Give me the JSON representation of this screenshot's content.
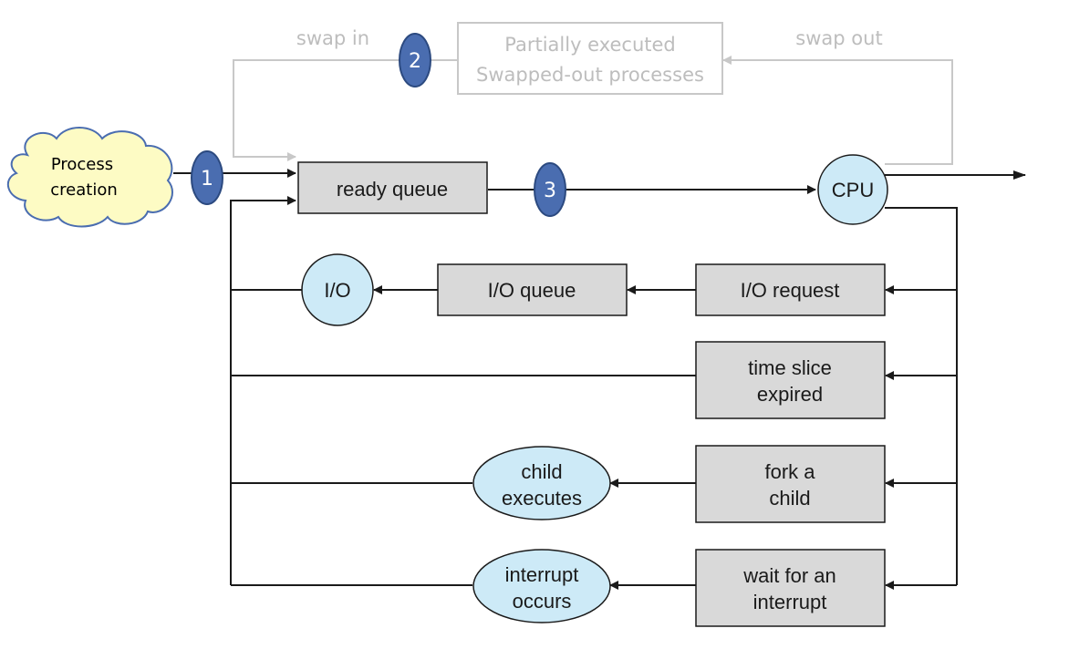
{
  "colors": {
    "box_fill": "#d9d9d9",
    "circle_fill": "#cdeaf7",
    "cloud_fill": "#fdfbc4",
    "badge_fill": "#4a6db0",
    "faded": "#c8c8c8",
    "line": "#1a1a1a"
  },
  "cloud": {
    "line1": "Process",
    "line2": "creation"
  },
  "badges": {
    "one": "1",
    "two": "2",
    "three": "3"
  },
  "swap": {
    "in_label": "swap in",
    "out_label": "swap out",
    "box_line1": "Partially executed",
    "box_line2": "Swapped-out processes"
  },
  "nodes": {
    "ready_queue": "ready queue",
    "cpu": "CPU",
    "io": "I/O",
    "io_queue": "I/O queue",
    "io_request": "I/O request",
    "time_slice_line1": "time slice",
    "time_slice_line2": "expired",
    "fork_line1": "fork a",
    "fork_line2": "child",
    "child_exec_line1": "child",
    "child_exec_line2": "executes",
    "wait_line1": "wait for an",
    "wait_line2": "interrupt",
    "interrupt_line1": "interrupt",
    "interrupt_line2": "occurs"
  }
}
